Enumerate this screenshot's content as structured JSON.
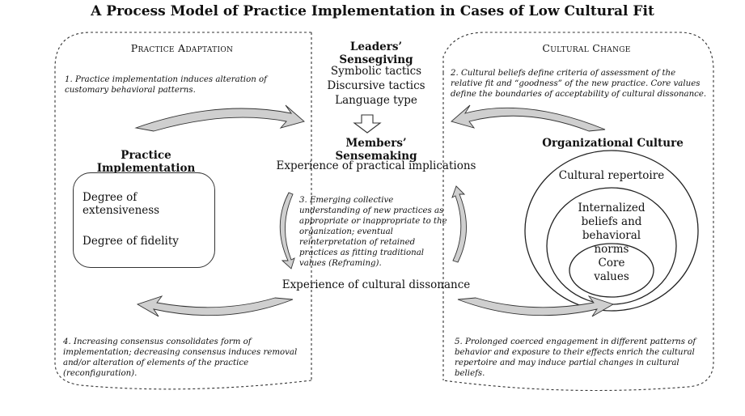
{
  "title": "A Process Model of Practice Implementation in Cases of Low Cultural Fit",
  "practice_adaptation": {
    "heading": "Practice Adaptation",
    "note1": "1. Practice implementation induces alteration of customary behavioral patterns.",
    "note4": "4. Increasing consensus consolidates form of implementation; decreasing consensus induces removal and/or alteration of elements of the practice (reconfiguration)."
  },
  "cultural_change": {
    "heading": "Cultural Change",
    "note2": "2. Cultural beliefs define criteria of assessment of the relative fit and “goodness” of the new practice. Core values define the boundaries of acceptability of cultural dissonance.",
    "note5": "5. Prolonged coerced engagement in different patterns of behavior and exposure to their effects enrich the cultural repertoire and may induce partial changes in cultural beliefs."
  },
  "leaders": {
    "heading": "Leaders’ Sensegiving",
    "items": [
      "Symbolic tactics",
      "Discursive tactics",
      "Language type"
    ]
  },
  "members": {
    "heading": "Members’ Sensemaking",
    "top": "Experience of practical implications",
    "bottom": "Experience of cultural dissonance",
    "note3": "3. Emerging collective understanding of new practices as appropriate or inappropriate to the organization; eventual reinterpretation of retained practices as fitting traditional values (Reframing)."
  },
  "practice_impl": {
    "heading": "Practice Implementation",
    "items": [
      "Degree of extensiveness",
      "Degree of fidelity"
    ]
  },
  "org_culture": {
    "heading": "Organizational Culture",
    "outer": "Cultural repertoire",
    "middle": "Internalized beliefs and behavioral norms",
    "inner": "Core values"
  },
  "colors": {
    "arrow_fill": "#cfcfcf",
    "line": "#333333"
  }
}
